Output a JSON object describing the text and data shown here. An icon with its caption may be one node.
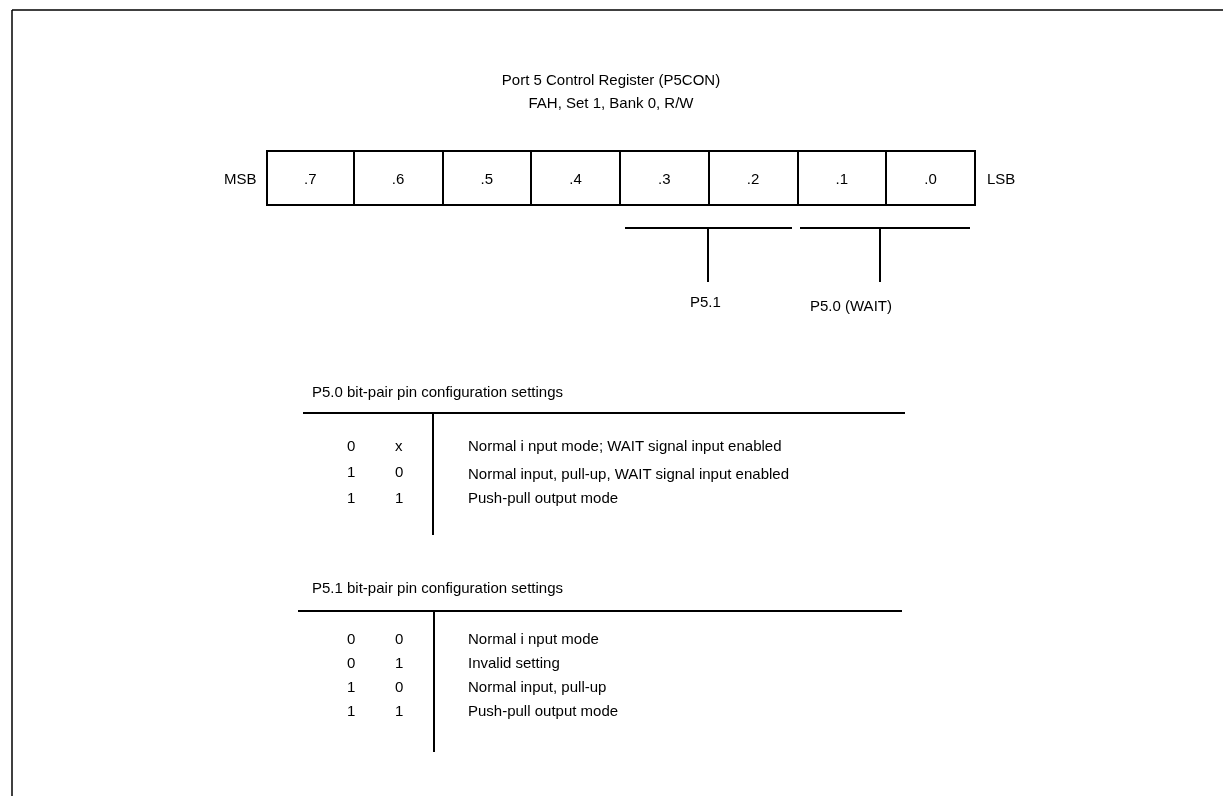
{
  "diagram": {
    "title": "Port 5 Control Register (P5CON)",
    "nodes": [
      {
        "text": [
          ".7"
        ]
      },
      {
        "text": [
          ".6"
        ]
      },
      {
        "text": [
          ".5"
        ]
      },
      {
        "text": [
          ".4"
        ]
      },
      {
        "text": [
          ".3"
        ]
      },
      {
        "text": [
          ".2"
        ]
      },
      {
        "text": [
          ".1"
        ]
      },
      {
        "text": [
          ".0"
        ]
      }
    ],
    "edges": [],
    "labels": [
      "FAH, Set 1, Bank 0, R/W",
      "MSB",
      "LSB",
      "P5.1",
      "P5.0 (WAIT)",
      "P5.0 bit-pair pin configuration settings",
      "0",
      "x",
      "Normal i nput mode; WAIT signal input enabled",
      "1",
      "0",
      "Normal input, pull-up, WAIT signal input enabled",
      "1",
      "1",
      "Push-pull output mode",
      "P5.1 bit-pair pin configuration settings",
      "0",
      "0",
      "Normal i nput mode",
      "0",
      "1",
      "Invalid setting",
      "1",
      "0",
      "Normal input, pull-up",
      "1",
      "1",
      "Push-pull output mode"
    ]
  }
}
